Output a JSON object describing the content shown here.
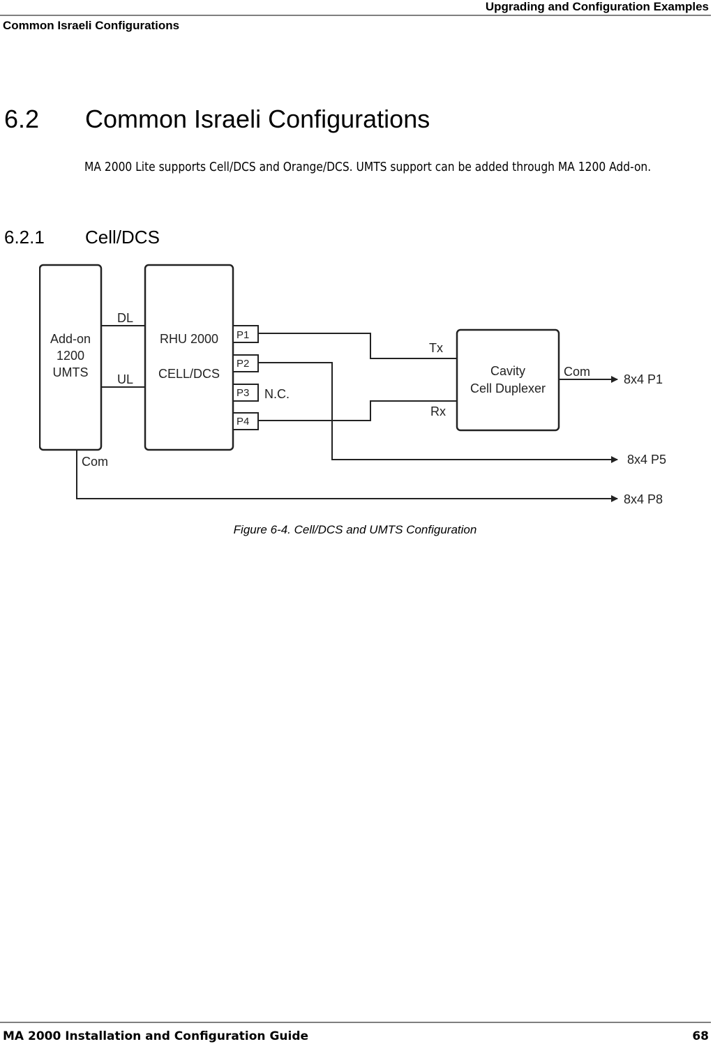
{
  "header": {
    "chapter": "Upgrading and Configuration Examples",
    "section": "Common Israeli Configurations"
  },
  "section": {
    "number": "6.2",
    "title": "Common Israeli Configurations",
    "body": "MA 2000 Lite supports Cell/DCS and Orange/DCS. UMTS support can be added through MA 1200 Add-on."
  },
  "subsection": {
    "number": "6.2.1",
    "title": "Cell/DCS"
  },
  "diagram": {
    "addon_box": [
      "Add-on",
      "1200",
      "UMTS"
    ],
    "rhu_box": [
      "RHU 2000",
      "CELL/DCS"
    ],
    "ports": [
      "P1",
      "P2",
      "P3",
      "P4"
    ],
    "link_dl": "DL",
    "link_ul": "UL",
    "nc_label": "N.C.",
    "duplexer_box": [
      "Cavity",
      "Cell Duplexer"
    ],
    "tx_label": "Tx",
    "rx_label": "Rx",
    "com_duplexer": "Com",
    "com_addon": "Com",
    "out_p1": "8x4 P1",
    "out_p5": "8x4 P5",
    "out_p8": "8x4 P8"
  },
  "figure": {
    "caption": "Figure 6-4. Cell/DCS and UMTS Configuration"
  },
  "footer": {
    "guide": "MA 2000 Installation and Configuration Guide",
    "page": "68"
  }
}
